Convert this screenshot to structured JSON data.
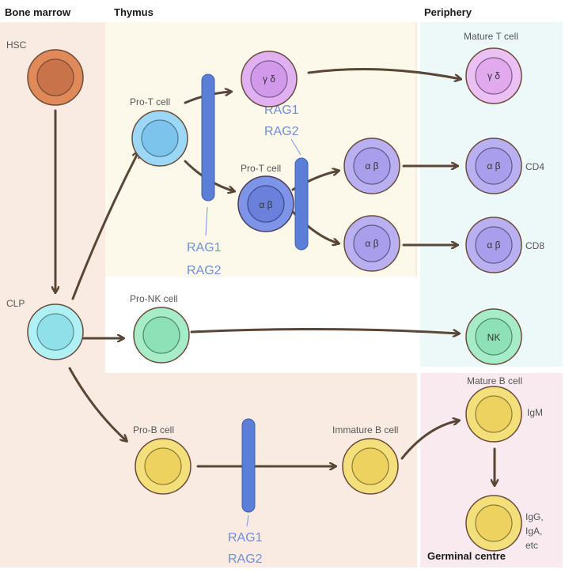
{
  "regions": {
    "bone_marrow": "Bone marrow",
    "thymus": "Thymus",
    "periphery": "Periphery",
    "germinal_centre": "Germinal centre"
  },
  "cells": {
    "hsc": "HSC",
    "clp": "CLP",
    "pro_t_top": "Pro-T cell",
    "gamma_delta": "γ δ",
    "pro_t_ab_label": "Pro-T cell",
    "pro_t_ab_inner": "α β",
    "ab_upper": "α β",
    "ab_lower": "α β",
    "mature_t_label": "Mature T cell",
    "mature_t_inner": "γ δ",
    "cd4_inner": "α β",
    "cd4_label": "CD4",
    "cd8_inner": "α β",
    "cd8_label": "CD8",
    "pro_nk": "Pro-NK cell",
    "nk": "NK",
    "pro_b": "Pro-B cell",
    "immature_b": "Immature B cell",
    "mature_b": "Mature B cell",
    "igm": "IgM",
    "class_switch": [
      "IgG,",
      "IgA,",
      "etc"
    ]
  },
  "rag": {
    "rag1": "RAG1",
    "rag2": "RAG2"
  },
  "colors": {
    "bone_marrow_bg": "#f9ebe1",
    "thymus_bg": "#fcf9ea",
    "periphery_bg": "#edf8f8",
    "germinal_bg": "#f8eaee",
    "rag": "#5b7fd6"
  }
}
